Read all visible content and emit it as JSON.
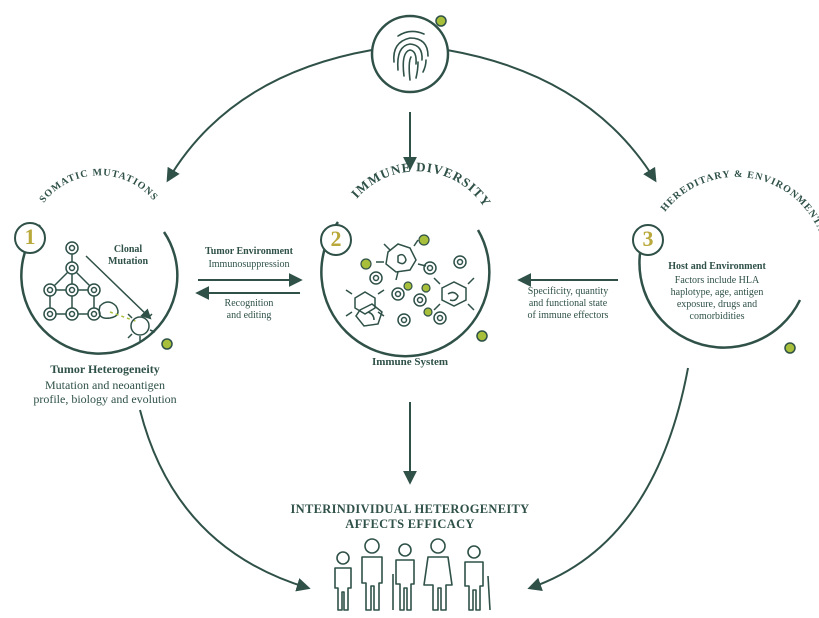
{
  "colors": {
    "primary": "#2f5148",
    "accent": "#a7bf3a",
    "number": "#b9a83a",
    "background": "#ffffff"
  },
  "top_icon": "fingerprint-icon",
  "section1": {
    "number": "1",
    "arc_label": "SOMATIC MUTATIONS",
    "inner_label": "Clonal\nMutation",
    "title": "Tumor Heterogeneity",
    "description": "Mutation and neoantigen\nprofile, biology and evolution"
  },
  "section2": {
    "number": "2",
    "arc_label": "IMMUNE DIVERSITY",
    "inner_label": "Immune System"
  },
  "section3": {
    "number": "3",
    "arc_label": "HEREDITARY & ENVIRONMENTAL FACTORS",
    "inner_title": "Host and Environment",
    "inner_text": "Factors include HLA\nhaplotype, age, antigen\nexposure, drugs and\ncomorbidities"
  },
  "arrows_left": {
    "top_title": "Tumor Environment",
    "top_text": "Immunosuppression",
    "bottom_text": "Recognition\nand editing"
  },
  "arrow_right": {
    "text": "Specificity, quantity\nand functional state\nof immune effectors"
  },
  "bottom": {
    "title": "INTERINDIVIDUAL HETEROGENEITY\nAFFECTS EFFICACY",
    "icon": "people-group-icon"
  }
}
